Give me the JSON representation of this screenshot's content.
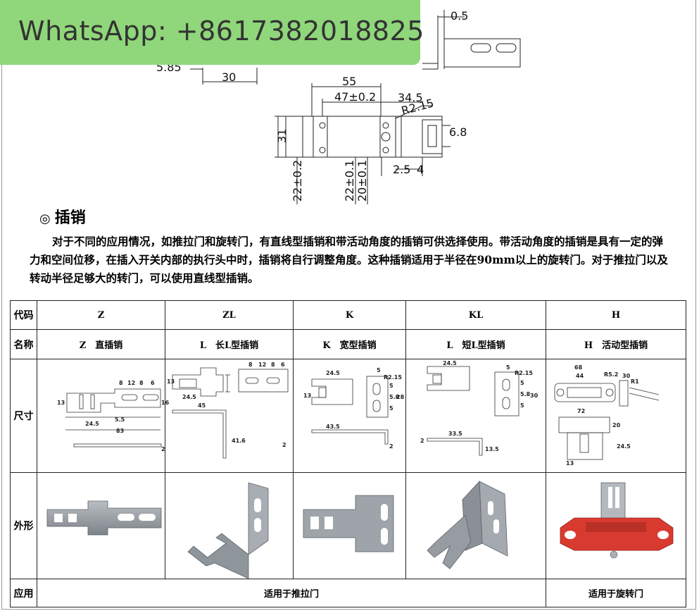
{
  "banner": {
    "text": "WhatsApp: +8617382018825"
  },
  "top_drawing": {
    "dims": [
      "0.5",
      "5.85",
      "30",
      "55",
      "47±0.2",
      "34.5",
      "R2.15",
      "31",
      "6.8",
      "22±0.2",
      "22±0.1",
      "20±0.1",
      "2.5",
      "4"
    ]
  },
  "section": {
    "symbol": "◎",
    "title": "插销",
    "paragraph": "对于不同的应用情况，如推拉门和旋转门，有直线型插销和带活动角度的插销可供选择使用。带活动角度的插销是具有一定的弹力和空间位移，在插入开关内部的执行头中时，插销将自行调整角度。这种插销适用于半径在90mm以上的旋转门。对于推拉门以及转动半径足够大的转门，可以使用直线型插销。"
  },
  "table": {
    "row_labels": {
      "code": "代码",
      "name": "名称",
      "size": "尺寸",
      "shape": "外形",
      "use": "应用"
    },
    "columns": [
      {
        "code": "Z",
        "name": "Z　直插销",
        "dims": [
          "8",
          "12",
          "8",
          "6",
          "13",
          "16",
          "5.5",
          "24.5",
          "83",
          "2"
        ]
      },
      {
        "code": "ZL",
        "name": "L　长L型插销",
        "dims": [
          "13",
          "24.5",
          "45",
          "8",
          "12",
          "8",
          "6",
          "41.6",
          "2"
        ]
      },
      {
        "code": "K",
        "name": "K　宽型插销",
        "dims": [
          "24.5",
          "5",
          "R2.15",
          "13",
          "5",
          "5.8",
          "5",
          "28",
          "43.5",
          "2"
        ]
      },
      {
        "code": "KL",
        "name": "L　短L型插销",
        "dims": [
          "24.5",
          "5",
          "R2.15",
          "5",
          "5.8",
          "5",
          "30",
          "33.5",
          "2",
          "13.5"
        ]
      },
      {
        "code": "H",
        "name": "H　活动型插销",
        "dims": [
          "68",
          "44",
          "R5.2",
          "30",
          "72",
          "13",
          "20",
          "24.5",
          "R1"
        ]
      }
    ],
    "use": {
      "sliding": "适用于推拉门",
      "rotating": "适用于旋转门"
    },
    "colors": {
      "metal": "#9aa0a6",
      "metal_dark": "#6e747a",
      "red_base": "#d93a2f"
    }
  }
}
